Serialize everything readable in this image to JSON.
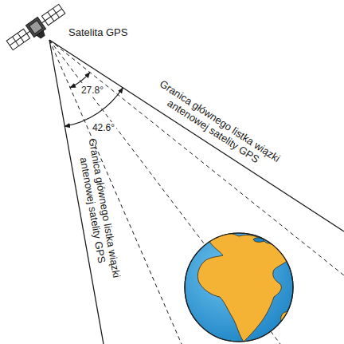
{
  "diagram": {
    "labels": [
      "Satelita GPS",
      "Granica głównego listka wiązki antenowej satelity GPS",
      "Granica głównego listka wiązki antenowej satelity GPS",
      "27.8°",
      "42.6°"
    ]
  }
}
